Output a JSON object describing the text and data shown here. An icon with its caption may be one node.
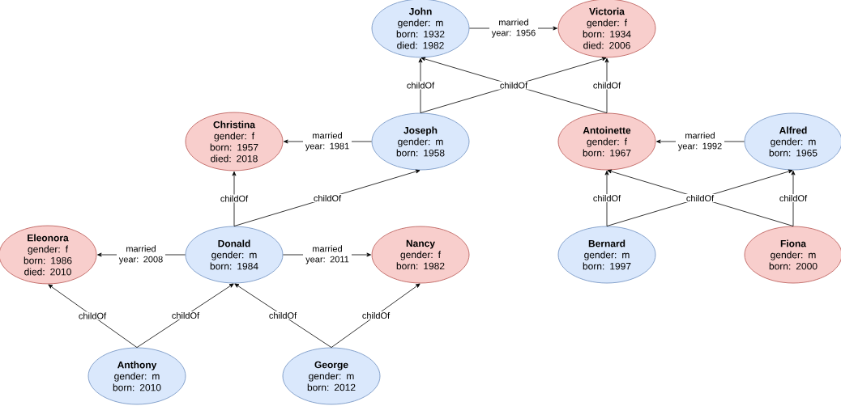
{
  "diagram": {
    "nodes": [
      {
        "text": [
          "John",
          "gender: m born: 1932 died: 1982"
        ]
      },
      {
        "text": [
          "Victoria",
          "gender: f born: 1934 died: 2006"
        ]
      },
      {
        "text": [
          "Christina",
          "gender: f born: 1957 died: 2018"
        ]
      },
      {
        "text": [
          "Joseph",
          "gender: m born: 1958"
        ]
      },
      {
        "text": [
          "Antoinette",
          "gender: f born: 1967"
        ]
      },
      {
        "text": [
          "Alfred",
          "gender: m born: 1965"
        ]
      },
      {
        "text": [
          "Eleonora",
          "gender: f born: 1986 died: 2010"
        ]
      },
      {
        "text": [
          "Donald",
          "gender: m born: 1984"
        ]
      },
      {
        "text": [
          "Nancy",
          "gender: f born: 1982"
        ]
      },
      {
        "text": [
          "Bernard",
          "gender: m born: 1997"
        ]
      },
      {
        "text": [
          "Fiona",
          "gender: m born: 2000"
        ]
      },
      {
        "text": [
          "Anthony",
          "gender: m born: 2010"
        ]
      },
      {
        "text": [
          "George",
          "gender: m born: 2012"
        ]
      }
    ],
    "edges": [
      {
        "from": 0,
        "to": 1,
        "arrow": "to",
        "label": "married year: 1956"
      },
      {
        "from": 3,
        "to": 0,
        "arrow": "to",
        "label": "childOf"
      },
      {
        "from": 3,
        "to": 1,
        "arrow": "to",
        "label": "childOf"
      },
      {
        "from": 4,
        "to": 0,
        "arrow": "to"
      },
      {
        "from": 4,
        "to": 1,
        "arrow": "to",
        "label": "childOf"
      },
      {
        "from": 3,
        "to": 2,
        "arrow": "to",
        "label": "married year: 1981"
      },
      {
        "from": 5,
        "to": 4,
        "arrow": "to",
        "label": "married year: 1992"
      },
      {
        "from": 7,
        "to": 2,
        "arrow": "to",
        "label": "childOf"
      },
      {
        "from": 7,
        "to": 3,
        "arrow": "to",
        "label": "childOf"
      },
      {
        "from": 9,
        "to": 4,
        "arrow": "to",
        "label": "childOf"
      },
      {
        "from": 9,
        "to": 5,
        "arrow": "to",
        "label": "childOf"
      },
      {
        "from": 10,
        "to": 4,
        "arrow": "to"
      },
      {
        "from": 10,
        "to": 5,
        "arrow": "to",
        "label": "childOf"
      },
      {
        "from": 7,
        "to": 6,
        "arrow": "to",
        "label": "married year: 2008"
      },
      {
        "from": 7,
        "to": 8,
        "arrow": "to",
        "label": "married year: 2011"
      },
      {
        "from": 11,
        "to": 6,
        "arrow": "to",
        "label": "childOf"
      },
      {
        "from": 11,
        "to": 7,
        "arrow": "to",
        "label": "childOf"
      },
      {
        "from": 12,
        "to": 7,
        "arrow": "to",
        "label": "childOf"
      },
      {
        "from": 12,
        "to": 8,
        "arrow": "to",
        "label": "childOf"
      }
    ]
  }
}
